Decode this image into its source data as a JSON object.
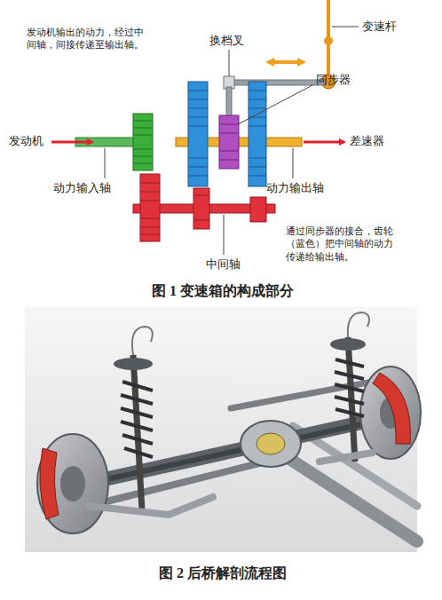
{
  "diagram": {
    "labels": [
      "发动机输出的动力，经过中 间轴，间接传递至输出轴。",
      "换档叉",
      "变速杆",
      "同步器",
      "发动机",
      "差速器",
      "动力输入轴",
      "动力输出轴",
      "中间轴",
      "通过同步器的接合，齿轮 （蓝色）把中间轴的动力 传递给输出轴。",
      "图 1 变速箱的构成部分",
      "图 2 后桥解剖流程图"
    ]
  }
}
